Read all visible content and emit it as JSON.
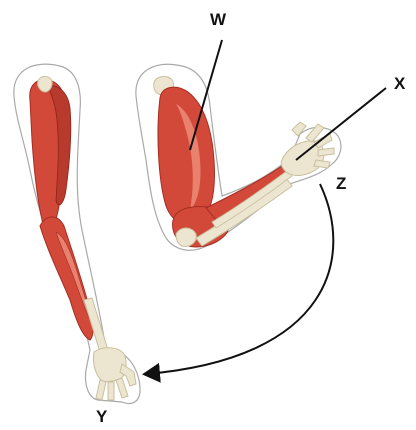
{
  "labels": {
    "w": "W",
    "x": "X",
    "y": "Y",
    "z": "Z"
  },
  "colors": {
    "muscle": "#d2493a",
    "muscle_dark": "#a62c22",
    "muscle_light": "#e8826f",
    "bone": "#ece5cf",
    "bone_shade": "#c9bf9f",
    "skin_outline": "#a9a9a9",
    "line": "#111111"
  },
  "icons": [
    "straight-arm",
    "bent-arm",
    "curved-arrow"
  ]
}
